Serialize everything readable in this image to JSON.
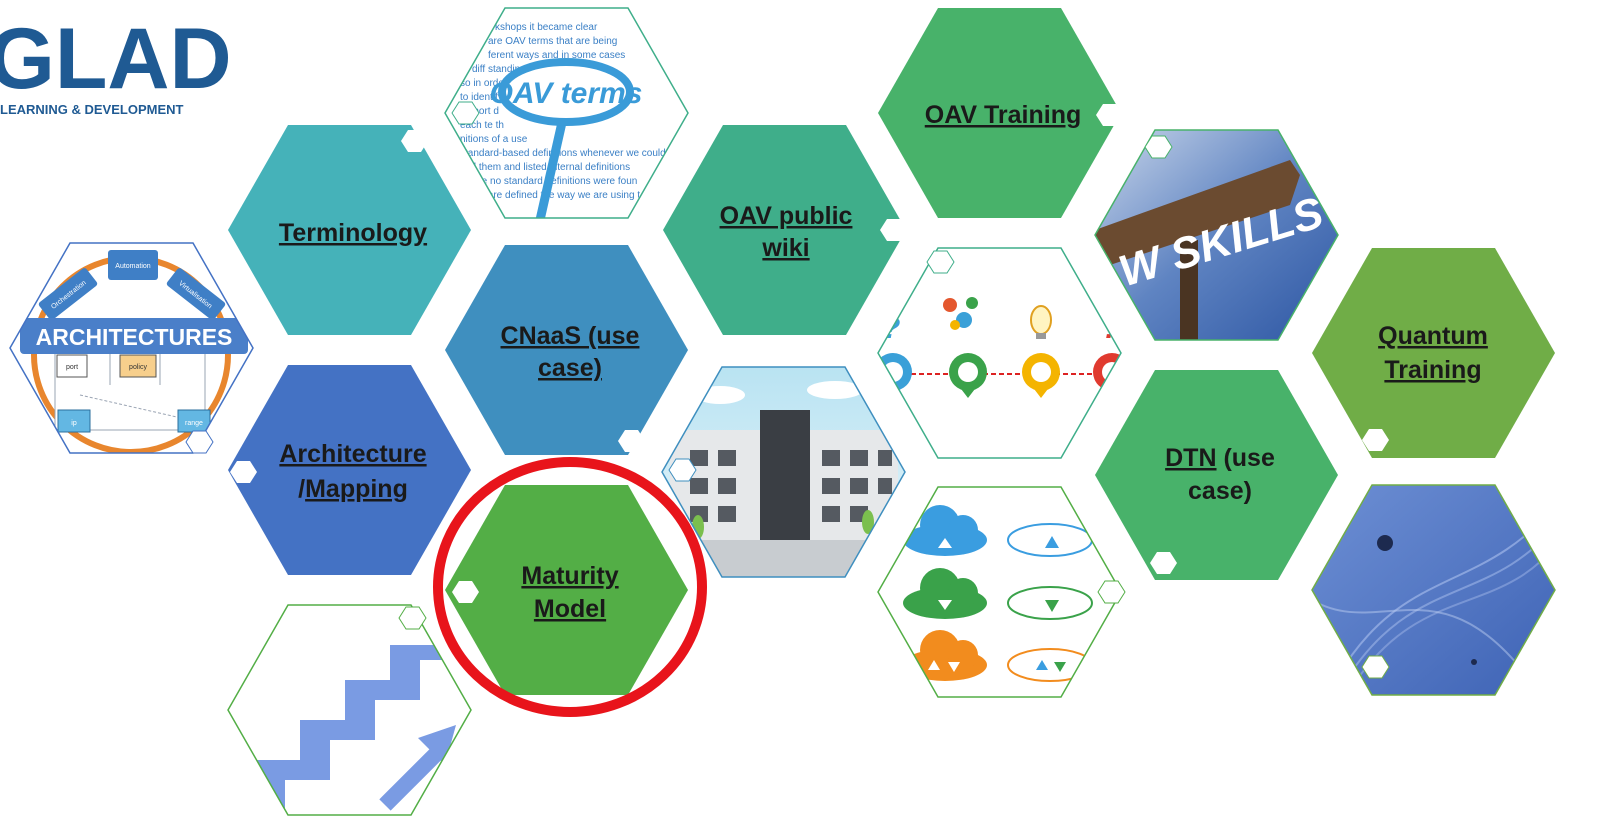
{
  "logo": {
    "name": "GLAD",
    "tagline": "LEARNING & DEVELOPMENT"
  },
  "colors": {
    "teal": "#45b2b9",
    "teal_green": "#3fae8a",
    "blue_mid": "#3f8fbf",
    "blue_dark": "#4472c4",
    "green": "#53ae46",
    "green_mid": "#48b26a",
    "green_dark": "#70ad47",
    "highlight_ring": "#e8141b",
    "link_text": "#1a1a1a"
  },
  "tiles": {
    "terminology": {
      "label": "Terminology"
    },
    "oav_wiki": {
      "line1": "OAV public",
      "line2": "wiki"
    },
    "oav_training": {
      "label": "OAV Training"
    },
    "cnaas": {
      "line1": "CNaaS (use",
      "line2": "case)"
    },
    "architecture": {
      "line1": "Architecture",
      "line2_prefix": "/",
      "line2_link": "Mapping"
    },
    "maturity": {
      "line1": "Maturity",
      "line2": "Model"
    },
    "dtn": {
      "link": "DTN",
      "line1_rest": " (use",
      "line2": "case)"
    },
    "quantum": {
      "line1": "Quantum",
      "line2": "Training"
    }
  },
  "images": {
    "architectures": {
      "title": "ARCHITECTURES",
      "tab_top": "Automation",
      "tab_left": "Orchestration",
      "tab_right": "Virtualisation",
      "box1": "port",
      "box2": "policy",
      "box3": "ip",
      "box4": "range"
    },
    "oav_terms": {
      "headline": "OAV terms",
      "lines": [
        "kshops it became clear",
        "are OAV terms that are being",
        "ferent ways and in some cases",
        "diff                              standing",
        "so in orde                         ided",
        "to identify",
        "a short d",
        "each te                              th",
        "nitions of a                      use",
        "standard-based definitions whenever we could",
        "find them and listed internal definitions",
        "where no standard definitions were foun",
        "terms are defined the way we are using t"
      ]
    },
    "skills": {
      "text": "W SKILLS"
    }
  }
}
